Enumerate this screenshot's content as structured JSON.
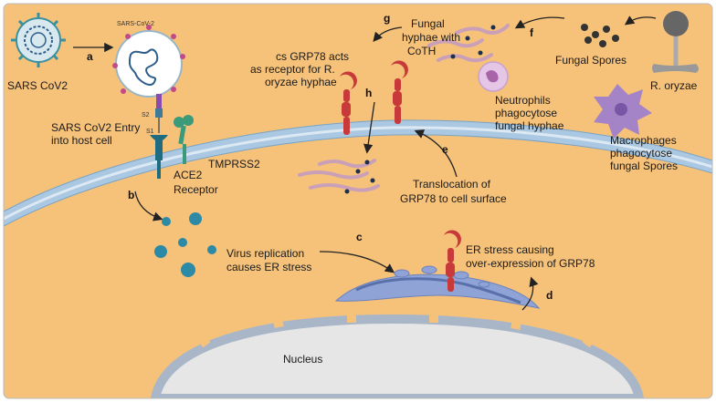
{
  "labels": {
    "sars_cov2": "SARS CoV2",
    "sars_cov2_small": "SARS-CoV-2",
    "entry_line1": "SARS CoV2 Entry",
    "entry_line2": "into host cell",
    "s2": "S2",
    "s1": "S1",
    "ace2_line1": "ACE2",
    "ace2_line2": "Receptor",
    "tmprss2": "TMPRSS2",
    "replication_line1": "Virus replication",
    "replication_line2": "causes ER stress",
    "er_stress_line1": "ER stress causing",
    "er_stress_line2": "over-expression of GRP78",
    "nucleus": "Nucleus",
    "translocation_line1": "Translocation of",
    "translocation_line2": "GRP78 to cell surface",
    "csgrp78_line1": "cs GRP78 acts",
    "csgrp78_line2": "as receptor for R.",
    "csgrp78_line3": "oryzae hyphae",
    "hyphae_coth_line1": "Fungal",
    "hyphae_coth_line2": "hyphae with",
    "hyphae_coth_line3": "CoTH",
    "fungal_spores": "Fungal Spores",
    "r_oryzae": "R. oryzae",
    "neutrophils_line1": "Neutrophils",
    "neutrophils_line2": "phagocytose",
    "neutrophils_line3": "fungal hyphae",
    "macrophages_line1": "Macrophages",
    "macrophages_line2": "phagocytose",
    "macrophages_line3": "fungal Spores"
  },
  "steps": {
    "a": "a",
    "b": "b",
    "c": "c",
    "d": "d",
    "e": "e",
    "f": "f",
    "g": "g",
    "h": "h"
  },
  "colors": {
    "cytoplasm": "#f6c27a",
    "outside": "#fdf1dc",
    "membrane_blue": "#aac8e2",
    "membrane_light": "#dce9f3",
    "nucleus": "#e6e6e6",
    "virus_spike": "#3a8fa0",
    "grp78": "#c83a3a",
    "ace2": "#1f6b80",
    "tmprss2": "#3a9a7a",
    "er": "#8fa3d6",
    "macrophage": "#a583c7",
    "neutrophil": "#e5c6e6"
  }
}
